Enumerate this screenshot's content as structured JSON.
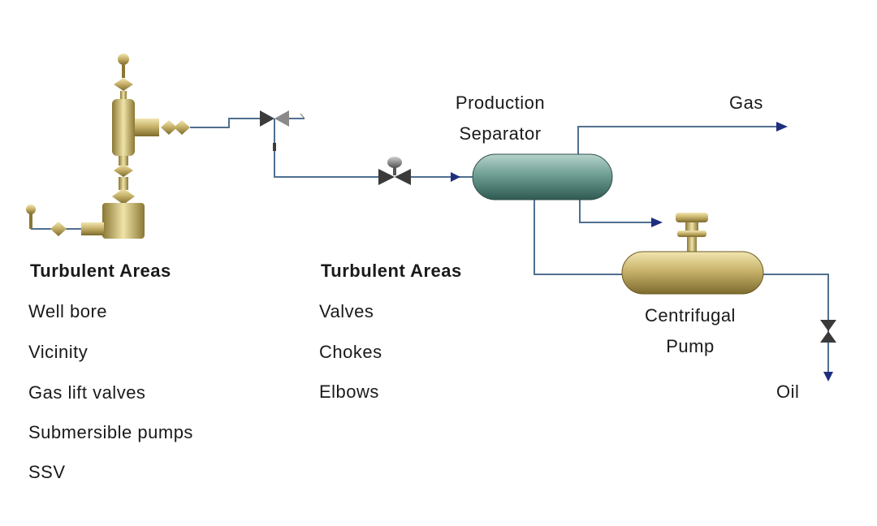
{
  "labels": {
    "production_separator_line1": "Production",
    "production_separator_line2": "Separator",
    "gas": "Gas",
    "centrifugal_pump_line1": "Centrifugal",
    "centrifugal_pump_line2": "Pump",
    "oil": "Oil"
  },
  "left_list": {
    "heading": "Turbulent Areas",
    "items": [
      "Well bore",
      "Vicinity",
      "Gas lift valves",
      "Submersible pumps",
      "SSV"
    ]
  },
  "middle_list": {
    "heading": "Turbulent Areas",
    "items": [
      "Valves",
      "Chokes",
      "Elbows"
    ]
  },
  "colors": {
    "pipe": "#4f6f8f",
    "arrow": "#1f2f7f",
    "equipment_gold": "#c8b36a",
    "separator_teal": "#5f8f86",
    "valve_gray": "#6a6a6a"
  }
}
